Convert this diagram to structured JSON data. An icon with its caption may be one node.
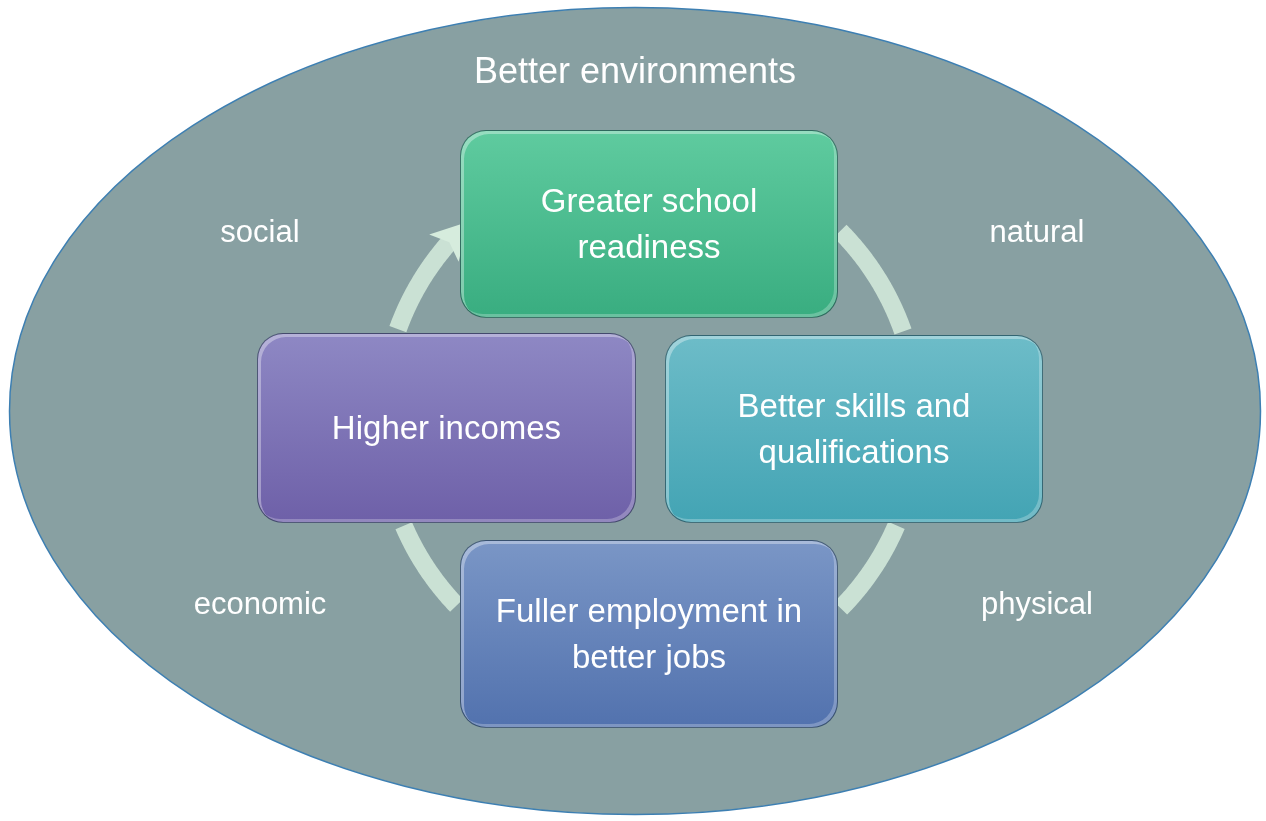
{
  "diagram": {
    "nodes": [
      {
        "text": [
          "Better environments"
        ]
      },
      {
        "text": [
          "Greater school readiness"
        ],
        "in": 0
      },
      {
        "text": [
          "Better skills and qualifications"
        ],
        "in": 0
      },
      {
        "text": [
          "Fuller employment in better jobs"
        ],
        "in": 0
      },
      {
        "text": [
          "Higher incomes"
        ],
        "in": 0
      }
    ],
    "edges": [
      {
        "from": 1,
        "to": 2,
        "arrow": "none"
      },
      {
        "from": 2,
        "to": 3,
        "arrow": "none"
      },
      {
        "from": 3,
        "to": 4,
        "arrow": "none"
      },
      {
        "from": 4,
        "to": 1,
        "arrow": "to"
      }
    ],
    "labels": [
      "social",
      "natural",
      "economic",
      "physical"
    ]
  }
}
